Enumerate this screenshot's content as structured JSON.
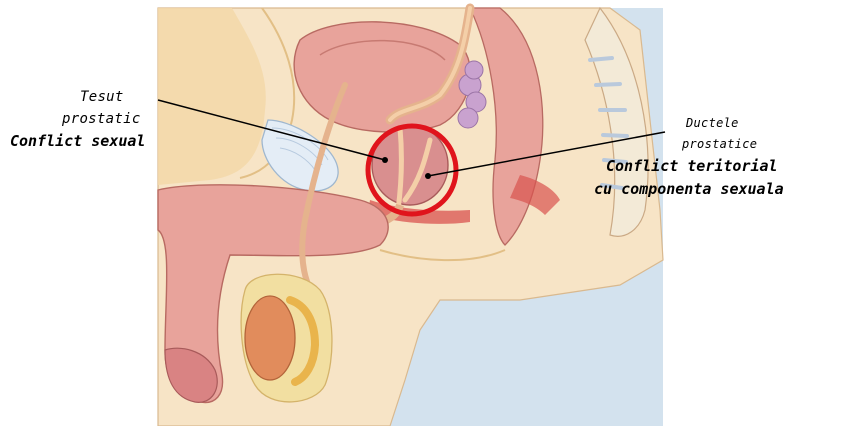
{
  "labels": {
    "left": {
      "line1": "Tesut",
      "line2": "prostatic",
      "line3": "Conflict sexual"
    },
    "right": {
      "line1": "Ductele",
      "line2": "prostatice",
      "line3": "Conflict teritorial",
      "line4": "cu componenta sexuala"
    }
  },
  "colors": {
    "highlight_circle": "#e0141c",
    "background": "#d3e2ee",
    "skin": "#f7e4c6",
    "organ": "#e8a39b",
    "tissue_yellow": "#f2dfa1",
    "testis": "#e18c5c",
    "vesicle": "#c9a2cf"
  }
}
